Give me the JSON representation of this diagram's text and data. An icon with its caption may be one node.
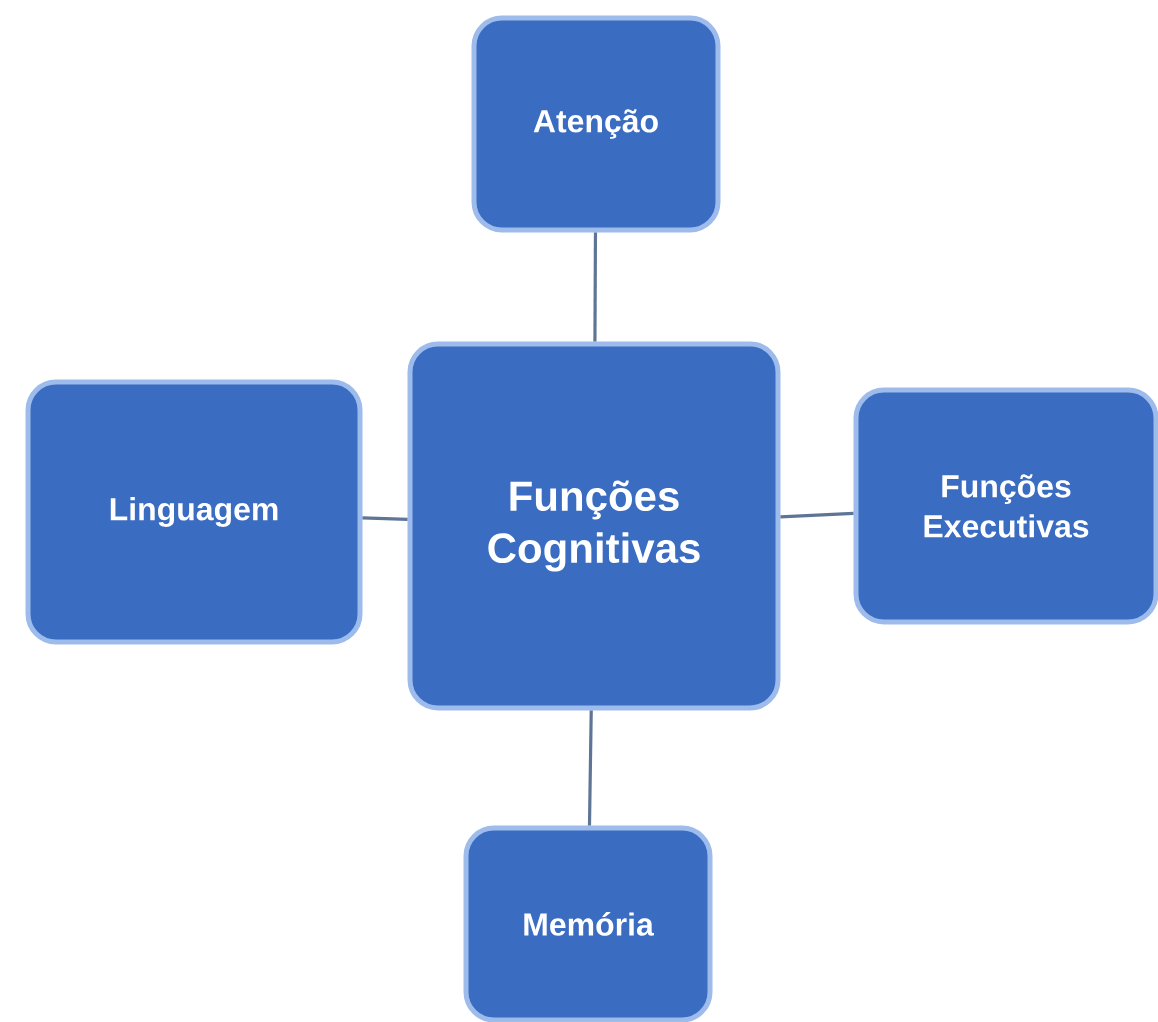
{
  "diagram": {
    "nodes": [
      {
        "text": [
          "Funções Cognitivas"
        ]
      },
      {
        "text": [
          "Atenção"
        ]
      },
      {
        "text": [
          "Linguagem"
        ]
      },
      {
        "text": [
          "Funções Executivas"
        ]
      },
      {
        "text": [
          "Memória"
        ]
      }
    ],
    "edges": [
      {
        "from": 0,
        "to": 1,
        "arrow": "none"
      },
      {
        "from": 0,
        "to": 2,
        "arrow": "none"
      },
      {
        "from": 0,
        "to": 3,
        "arrow": "none"
      },
      {
        "from": 0,
        "to": 4,
        "arrow": "none"
      }
    ]
  }
}
